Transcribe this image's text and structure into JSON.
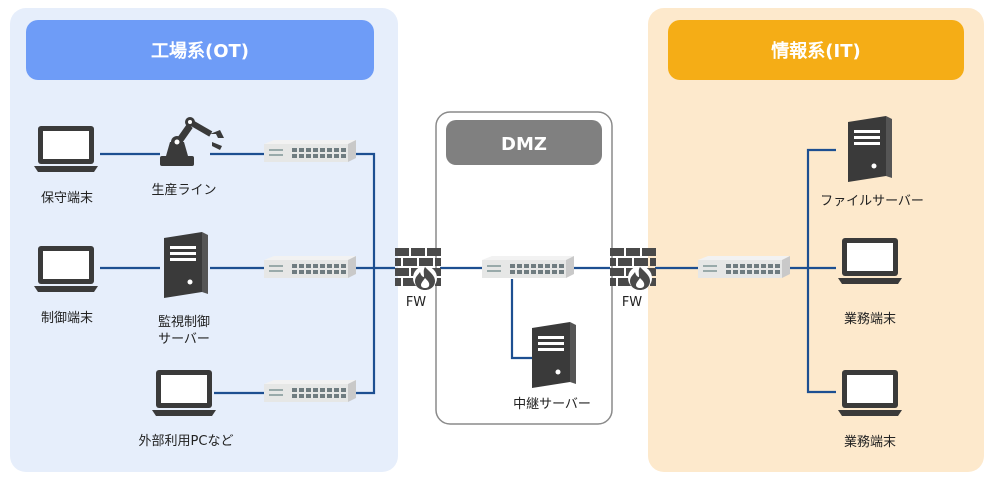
{
  "zones": {
    "ot": {
      "title": "工場系(OT)",
      "bg": "#e6eefb",
      "header": "#6e9cf7"
    },
    "dmz": {
      "title": "DMZ",
      "header": "#808080"
    },
    "it": {
      "title": "情報系(IT)",
      "bg": "#fde9cc",
      "header": "#f5ad16"
    }
  },
  "ot": {
    "maintenance_terminal": "保守端末",
    "production_line": "生産ライン",
    "control_terminal": "制御端末",
    "monitoring_server_line1": "監視制御",
    "monitoring_server_line2": "サーバー",
    "external_pc": "外部利用PCなど"
  },
  "dmz": {
    "relay_server": "中継サーバー"
  },
  "it": {
    "file_server": "ファイルサーバー",
    "business_terminal_1": "業務端末",
    "business_terminal_2": "業務端末"
  },
  "firewalls": {
    "fw_left": "FW",
    "fw_right": "FW"
  },
  "colors": {
    "wire": "#1d4f91",
    "device": "#3a3a3a",
    "firewall": "#4a4a4a"
  }
}
